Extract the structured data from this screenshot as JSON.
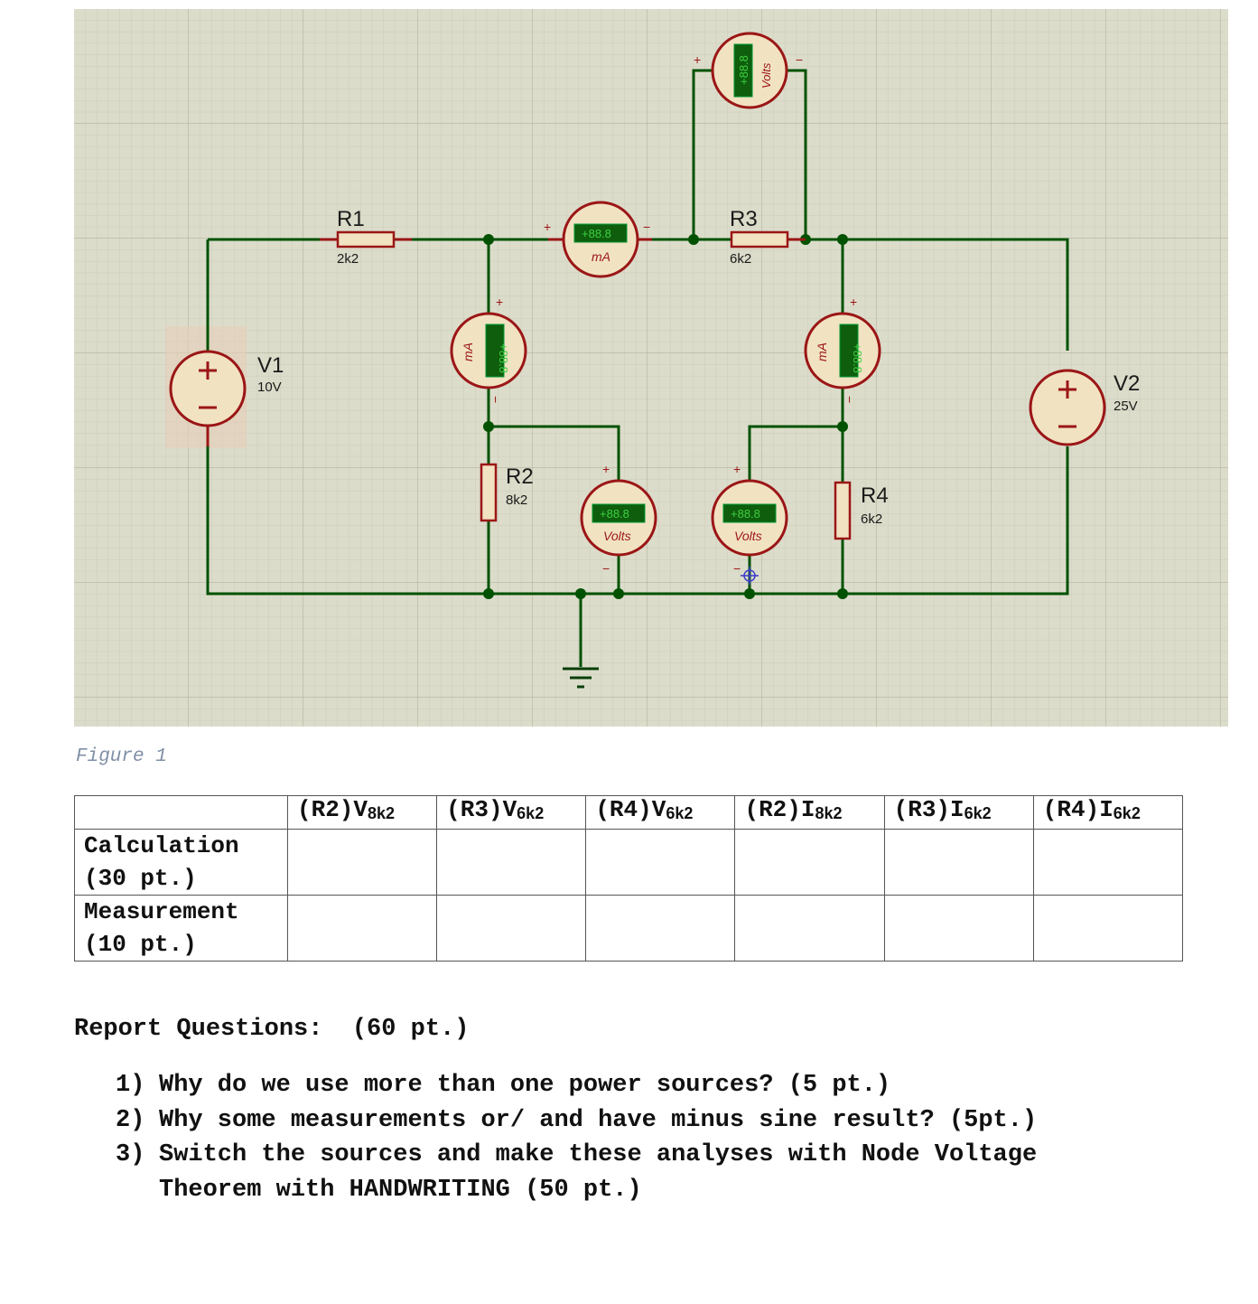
{
  "circuit": {
    "components": {
      "r1": {
        "ref": "R1",
        "value": "2k2"
      },
      "r2": {
        "ref": "R2",
        "value": "8k2"
      },
      "r3": {
        "ref": "R3",
        "value": "6k2"
      },
      "r4": {
        "ref": "R4",
        "value": "6k2"
      },
      "v1": {
        "ref": "V1",
        "value": "10V"
      },
      "v2": {
        "ref": "V2",
        "value": "25V"
      }
    },
    "meters": {
      "reading": "+88.8",
      "ammeter_unit": "mA",
      "voltmeter_unit": "Volts",
      "plus": "+",
      "minus": "−"
    },
    "colors": {
      "background": "#dcdccb",
      "grid_minor": "#c9c9b4",
      "grid_major": "#b8b8a2",
      "wire": "#005200",
      "component_outline": "#9b1616",
      "component_fill": "#f1e2c2",
      "meter_display": "#0e5e0e"
    }
  },
  "figure_caption": "Figure 1",
  "table": {
    "headers": [
      {
        "main": "(R2)V",
        "sub": "8k2"
      },
      {
        "main": "(R3)V",
        "sub": "6k2"
      },
      {
        "main": "(R4)V",
        "sub": "6k2"
      },
      {
        "main": "(R2)I",
        "sub": "8k2"
      },
      {
        "main": "(R3)I",
        "sub": "6k2"
      },
      {
        "main": "(R4)I",
        "sub": "6k2"
      }
    ],
    "rows": [
      {
        "label_line1": "Calculation",
        "label_line2": "(30 pt.)"
      },
      {
        "label_line1": "Measurement",
        "label_line2": "(10 pt.)"
      }
    ]
  },
  "report": {
    "heading": "Report Questions:  (60 pt.)",
    "questions": [
      {
        "number": "1)",
        "text": "Why do we use more than one power sources? (5 pt.)"
      },
      {
        "number": "2)",
        "text": "Why some measurements or/ and have minus sine result? (5pt.)"
      },
      {
        "number": "3)",
        "text": "Switch the sources and make these analyses with Node Voltage Theorem with HANDWRITING (50 pt.)"
      }
    ]
  }
}
